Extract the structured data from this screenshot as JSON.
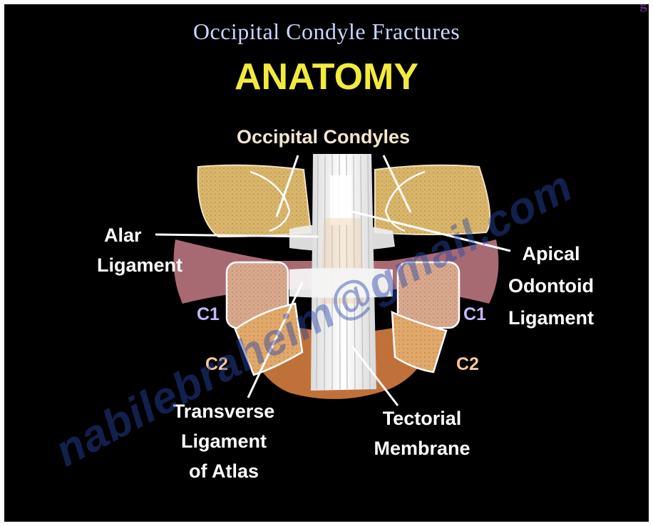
{
  "slide": {
    "corner_mark": "g",
    "title": "Occipital Condyle Fractures",
    "heading": "ANATOMY",
    "watermark": "nabilebraheim@gmail.com"
  },
  "labels": {
    "occipital_condyles": "Occipital Condyles",
    "alar_line1": "Alar",
    "alar_line2": "Ligament",
    "apical_line1": "Apical",
    "apical_line2": "Odontoid",
    "apical_line3": "Ligament",
    "c1_left": "C1",
    "c1_right": "C1",
    "c2_left": "C2",
    "c2_right": "C2",
    "transverse_line1": "Transverse",
    "transverse_line2": "Ligament",
    "transverse_line3": "of Atlas",
    "tectorial_line1": "Tectorial",
    "tectorial_line2": "Membrane"
  },
  "colors": {
    "background": "#000000",
    "title": "#c9d6ff",
    "heading": "#f2ea3c",
    "bone": "#d9b66b",
    "c1_bone": "#d9a98e",
    "c2_bone": "#e0a86a",
    "ligament": "#f1f1f1",
    "c1_label": "#c9b6ff",
    "c2_label": "#f7c89a",
    "watermark": "#2846aa"
  }
}
